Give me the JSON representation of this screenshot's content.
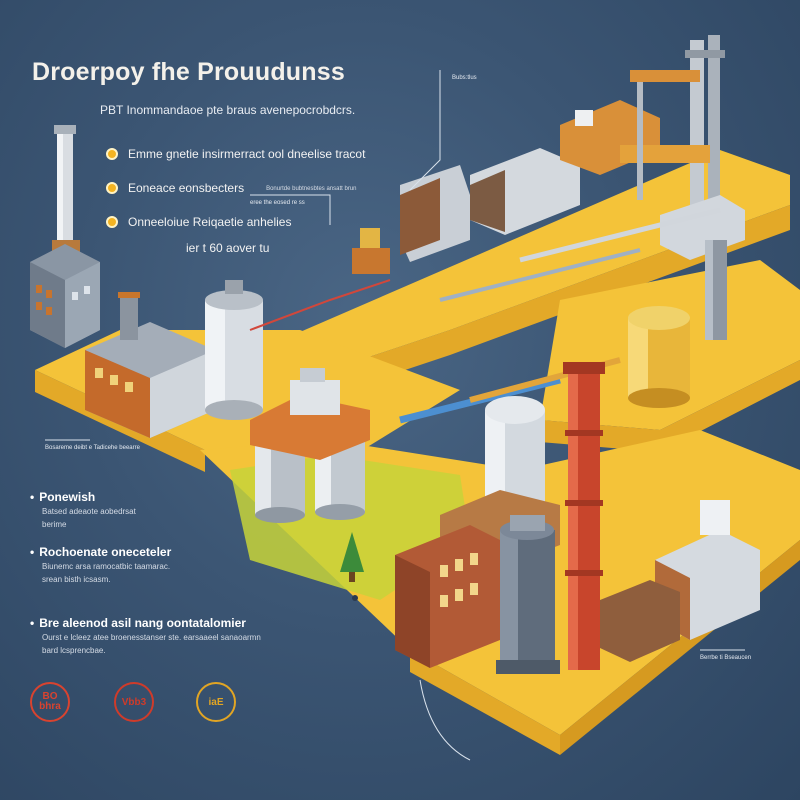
{
  "title": "Droerpoy fhe Prouudunss",
  "subtitle": "PBT Inommandaoe pte braus  avenepocrobdcrs.",
  "bullets": [
    {
      "text": "Emme gnetie insirmerract  ool dneelise tracot",
      "small": ""
    },
    {
      "text": "Eoneace  eonsbecters",
      "small": "Bonurtde bubtnesbtes ansatt brun"
    },
    {
      "text": "Onneeloiue Reiqaetie  anhelies",
      "line2": "ier t 60 aover tu"
    }
  ],
  "left_sections": [
    {
      "heading": "Ponewish",
      "lines": [
        "Batsed adeaote aobedrsat",
        "berime"
      ]
    },
    {
      "heading": "Rochoenate oneceteler",
      "lines": [
        "Biunemc arsa ramocatbic taamarac.",
        "srean bisth icsasm."
      ]
    },
    {
      "heading": "Bre aleenod asil nang oontatalomier",
      "lines": [
        "Ourst e lcleez atee broenesstanser ste. earsaaeel sanaoarmn",
        "bard lcsprencbae."
      ]
    }
  ],
  "labels": {
    "top_tag": "Bubs:tlus",
    "left_note": "Bosareme deibt e Tadicehe beearre",
    "right_note": "eree the eosed re ss",
    "bottom_note": "Berrbe ti Bseaucen"
  },
  "badges": [
    {
      "text": "BO\nbhra",
      "color": "#d9432f"
    },
    {
      "text": "Vbb3",
      "color": "#cf3b2a"
    },
    {
      "text": "iaE",
      "color": "#e1a524"
    }
  ],
  "colors": {
    "platform": "#f4c339",
    "platform_side": "#e3a928",
    "background": "#35506e",
    "accent_orange": "#e2672a",
    "accent_red": "#c8452c"
  }
}
